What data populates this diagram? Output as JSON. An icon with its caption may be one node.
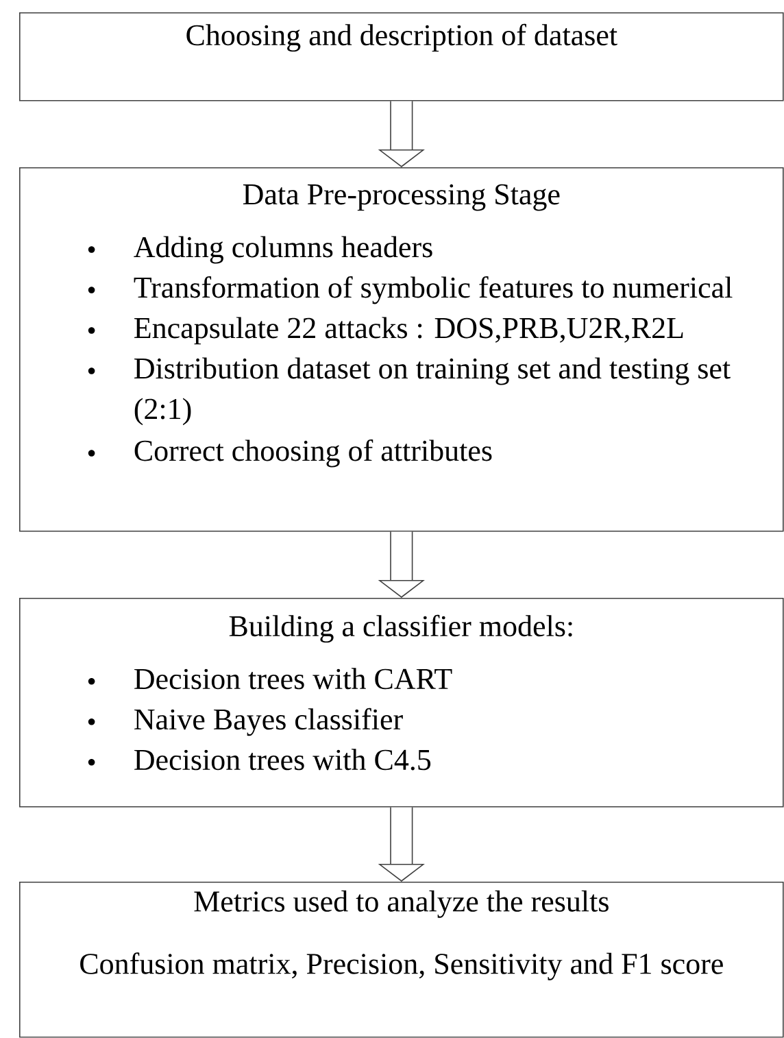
{
  "diagram": {
    "nodes": [
      {
        "text": [
          "Choosing and description of dataset"
        ]
      },
      {
        "text": [
          "Data Pre-processing Stage",
          "Adding columns headers",
          "Transformation of symbolic features to numerical",
          "Encapsulate 22 attacks : DOS,PRB,U2R,R2L",
          "Distribution dataset on training set and testing set (2:1)",
          "Correct choosing of attributes"
        ]
      },
      {
        "text": [
          "Building a classifier models:",
          "Decision trees with CART",
          "Naive Bayes classifier",
          "Decision trees with C4.5"
        ]
      },
      {
        "text": [
          "Metrics used to analyze the results",
          "Confusion matrix, Precision, Sensitivity and F1 score"
        ]
      }
    ],
    "edges": [
      {
        "from": 0,
        "to": 1,
        "arrow": "to"
      },
      {
        "from": 1,
        "to": 2,
        "arrow": "to"
      },
      {
        "from": 2,
        "to": 3,
        "arrow": "to"
      }
    ]
  }
}
